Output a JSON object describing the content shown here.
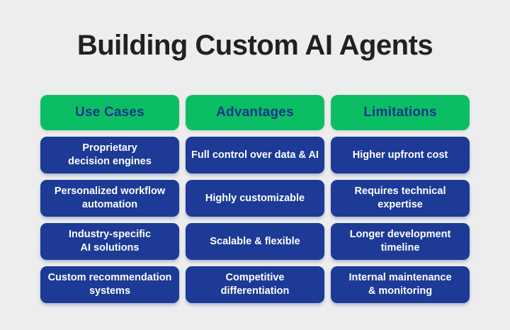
{
  "title": "Building Custom AI Agents",
  "colors": {
    "background": "#ECEDEC",
    "header_bg": "#0CBE63",
    "header_text": "#14368C",
    "cell_bg": "#1C3A96",
    "cell_text": "#FFFFFF",
    "title_text": "#212121"
  },
  "columns": [
    {
      "header": "Use Cases",
      "items": [
        "Proprietary\ndecision engines",
        "Personalized workflow\nautomation",
        "Industry-specific\nAI solutions",
        "Custom recommendation\nsystems"
      ]
    },
    {
      "header": "Advantages",
      "items": [
        "Full control over data & AI",
        "Highly customizable",
        "Scalable & flexible",
        "Competitive\ndifferentiation"
      ]
    },
    {
      "header": "Limitations",
      "items": [
        "Higher upfront cost",
        "Requires technical\nexpertise",
        "Longer development\ntimeline",
        "Internal maintenance\n& monitoring"
      ]
    }
  ]
}
